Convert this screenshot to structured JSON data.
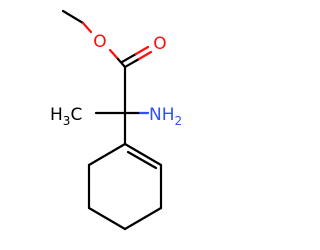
{
  "molecule": {
    "atoms": {
      "ester_o": {
        "symbol": "O",
        "color": "#ff0d0d"
      },
      "carbonyl_o": {
        "symbol": "O",
        "color": "#ff0d0d"
      },
      "methyl": {
        "main": "H",
        "sub": "3",
        "tail": "C",
        "color": "#000000"
      },
      "amine": {
        "main": "NH",
        "sub": "2",
        "color": "#3050f8"
      }
    },
    "bond_color": "#000000"
  }
}
